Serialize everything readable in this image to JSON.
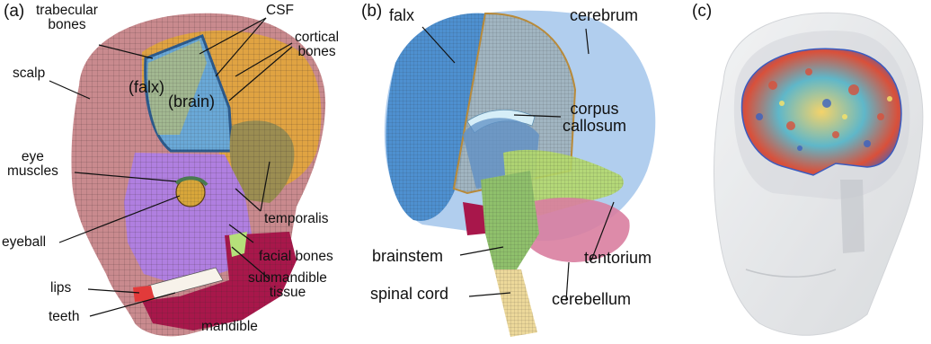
{
  "panels": {
    "a": {
      "tag": "(a)",
      "labels": {
        "trabecular_bones": "trabecular\nbones",
        "csf": "CSF",
        "cortical_bones": "cortical\nbones",
        "scalp": "scalp",
        "falx": "(falx)",
        "brain": "(brain)",
        "eye_muscles": "eye\nmuscles",
        "temporalis": "temporalis",
        "eyeball": "eyeball",
        "facial_bones": "facial bones",
        "lips": "lips",
        "submandible_tissue": "submandible\ntissue",
        "teeth": "teeth",
        "mandible": "mandible"
      }
    },
    "b": {
      "tag": "(b)",
      "labels": {
        "falx": "falx",
        "cerebrum": "cerebrum",
        "corpus_callosum": "corpus\ncallosum",
        "brainstem": "brainstem",
        "tentorium": "tentorium",
        "spinal_cord": "spinal cord",
        "cerebellum": "cerebellum"
      }
    },
    "c": {
      "tag": "(c)"
    }
  },
  "colors": {
    "scalp": "#c98a8e",
    "cortical_bone": "#e0a342",
    "trabecular": "#b98fcf",
    "brain_blue": "#6aa9d8",
    "falx_blue": "#4e90d0",
    "cerebrum_light": "#a8c9ec",
    "facial_bone": "#b07fe0",
    "mandible": "#a8174b",
    "temporalis": "#9b8d52",
    "tentorium_green": "#b5d96a",
    "cerebellum_pink": "#d97ea0",
    "spinal_yellow": "#ecd89a",
    "brainstem_green": "#8fc06c",
    "glass_gray": "#d7d9dc"
  }
}
